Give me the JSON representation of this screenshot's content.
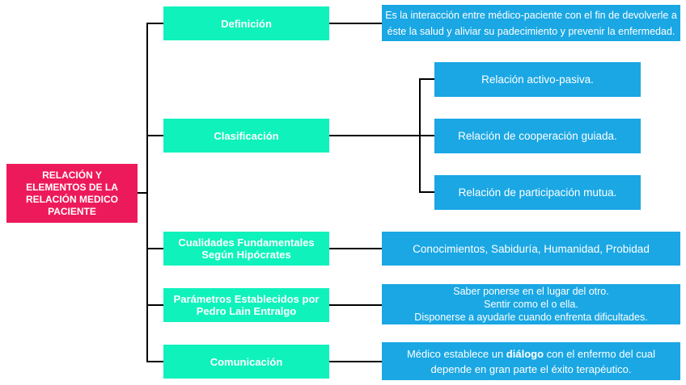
{
  "palette": {
    "root_bg": "#ED1A5B",
    "branch_bg": "#0FF2BC",
    "leaf_bg": "#1AA7E4",
    "connector": "#000000",
    "text": "#FFFFFF"
  },
  "root": {
    "lines": [
      "RELACIÓN Y",
      "ELEMENTOS DE LA",
      "RELACIÓN MEDICO",
      "PACIENTE"
    ]
  },
  "definicion": {
    "label": "Definición",
    "detail_lines": [
      "Es la interacción entre médico-paciente con el fin de devolverle a",
      "éste la salud y aliviar su padecimiento y prevenir la enfermedad."
    ]
  },
  "clasificacion": {
    "label": "Clasificación",
    "children": [
      "Relación activo-pasiva.",
      "Relación de cooperación guiada.",
      "Relación de participación mutua."
    ]
  },
  "cualidades": {
    "label_lines": [
      "Cualidades Fundamentales",
      "Según Hipócrates"
    ],
    "detail": "Conocimientos, Sabiduría, Humanidad, Probidad"
  },
  "parametros": {
    "label_lines": [
      "Parámetros Establecidos por",
      "Pedro Lain Entralgo"
    ],
    "detail_lines": [
      "Saber ponerse en el lugar del otro.",
      "Sentir como el o ella.",
      "Disponerse a ayudarle cuando enfrenta dificultades."
    ]
  },
  "comunicacion": {
    "label": "Comunicación",
    "detail": {
      "line1_pre": "Médico establece un ",
      "line1_bold": "diálogo",
      "line1_post": " con el enfermo del cual",
      "line2": "depende en gran parte el éxito terapéutico."
    }
  }
}
